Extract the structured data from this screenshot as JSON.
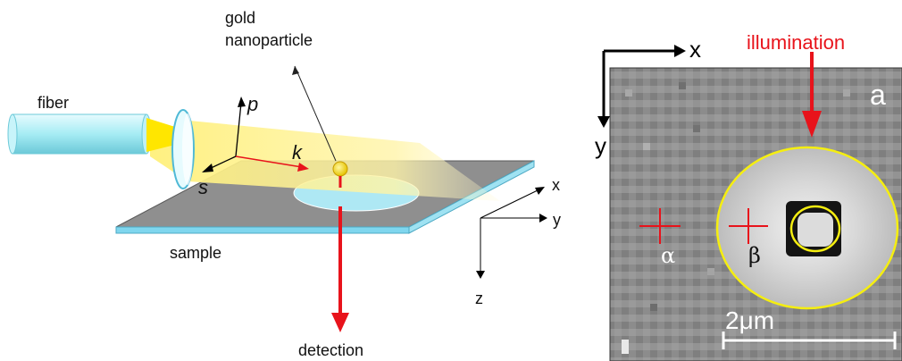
{
  "setup": {
    "labels": {
      "gold_nanoparticle_line1": "gold",
      "gold_nanoparticle_line2": "nanoparticle",
      "fiber": "fiber",
      "p": "p",
      "k": "k",
      "s": "s",
      "sample": "sample",
      "detection": "detection",
      "axis_x": "x",
      "axis_y": "y",
      "axis_z": "z"
    }
  },
  "image": {
    "labels": {
      "axis_x": "x",
      "axis_y": "y",
      "illumination": "illumination",
      "panel": "a",
      "alpha": "α",
      "beta": "β",
      "scale_bar": "2μm"
    }
  },
  "colors": {
    "beam_yellow": "#fff29a",
    "fiber_cyan": "#a6ecf4",
    "sample_gray": "#8f8f8f",
    "sample_edge_blue": "#7fd6ee",
    "red": "#e8131b",
    "ring_yellow": "#f5ee10"
  }
}
